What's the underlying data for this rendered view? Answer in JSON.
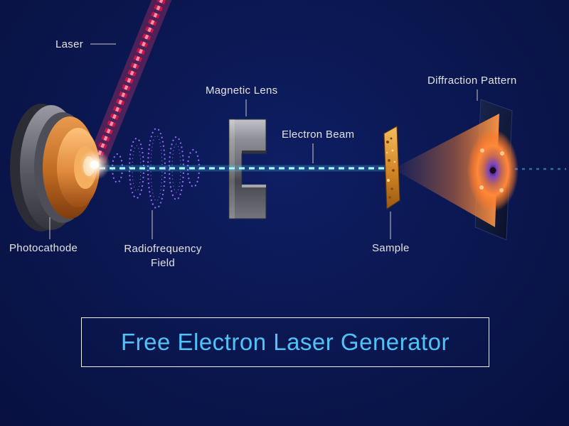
{
  "scene": {
    "background": "#0a164e"
  },
  "labels": {
    "laser": "Laser",
    "magnetic_lens": "Magnetic Lens",
    "electron_beam": "Electron Beam",
    "diffraction_pattern": "Diffraction Pattern",
    "photocathode": "Photocathode",
    "radiofrequency_field": "Radiofrequency Field",
    "sample": "Sample"
  },
  "title": {
    "text": "Free Electron Laser Generator",
    "color": "#4fc3f7",
    "border_color": "#eceff4"
  },
  "colors": {
    "laser_beam": "#e31246",
    "laser_glow": "#ff3d6e",
    "electron_beam": "#5fe0ff",
    "rf_field": "#9b6bff",
    "photocathode_face": "#e08a3c",
    "lens_metal": "#8e8e96",
    "sample_gold": "#e8a23c",
    "diffraction_cone": "#ff8838",
    "label_text": "#e4e4e4"
  }
}
